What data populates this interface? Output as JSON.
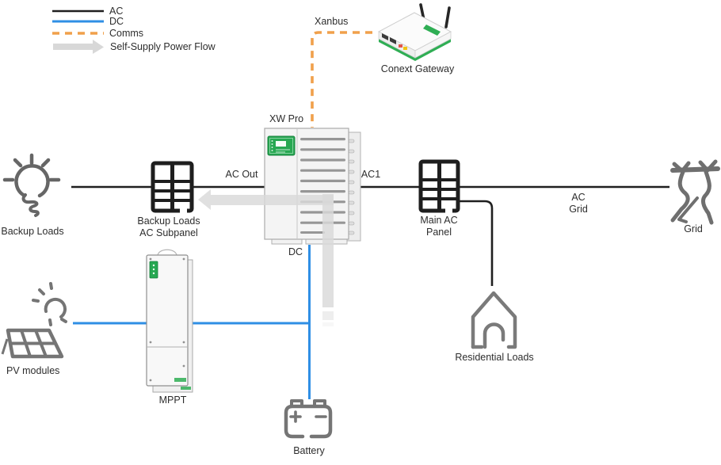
{
  "legend": {
    "items": [
      {
        "label": "AC"
      },
      {
        "label": "DC"
      },
      {
        "label": "Comms"
      },
      {
        "label": "Self-Supply Power Flow"
      }
    ]
  },
  "nodes": {
    "xanbus": "Xanbus",
    "conext_gateway": "Conext Gateway",
    "xw_pro": "XW Pro",
    "ac_out": "AC Out",
    "ac1": "AC1",
    "dc": "DC",
    "backup_loads": "Backup Loads",
    "subpanel_line1": "Backup Loads",
    "subpanel_line2": "AC Subpanel",
    "main_panel_line1": "Main AC",
    "main_panel_line2": "Panel",
    "ac_grid_line1": "AC",
    "ac_grid_line2": "Grid",
    "grid": "Grid",
    "residential_loads": "Residential Loads",
    "mppt": "MPPT",
    "battery": "Battery",
    "pv_modules": "PV modules"
  },
  "colors": {
    "ac_line": "#1f1f1f",
    "dc_line": "#2f8fe5",
    "comms_line": "#f0a04b",
    "flow_arrow": "#d9d9d9",
    "icon_gray": "#757575",
    "device_green": "#27a852"
  }
}
